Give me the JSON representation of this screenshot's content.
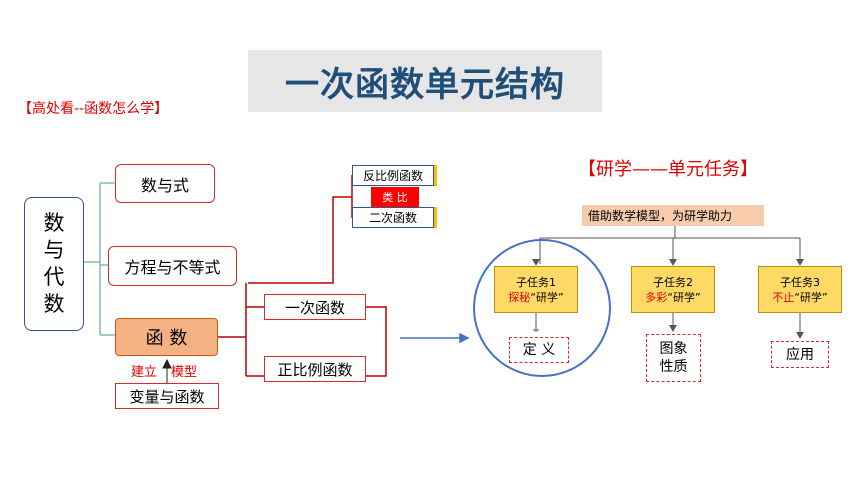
{
  "title": "一次函数单元结构",
  "top_label": "【高处看--函数怎么学】",
  "left_column": "数与代数",
  "left_column_chars": [
    "数",
    "与",
    "代",
    "数"
  ],
  "branches": [
    "数与式",
    "方程与不等式",
    "函 数"
  ],
  "build_model": {
    "left": "建立",
    "right": "模型"
  },
  "variable_box": "变量与函数",
  "function_children": [
    "一次函数",
    "正比例函数"
  ],
  "top_group": {
    "item1": "反比例函数",
    "analogy": "类 比",
    "item2": "二次函数"
  },
  "section_title": "【研学——单元任务】",
  "task_banner": "借助数学模型，为研学助力",
  "subtasks": [
    {
      "name": "子任务1",
      "tag": "探秘",
      "tail": "“研学”",
      "result_lines": [
        "定 义"
      ]
    },
    {
      "name": "子任务2",
      "tag": "多彩",
      "tail": "“研学”",
      "result_lines": [
        "图象",
        "性质"
      ]
    },
    {
      "name": "子任务3",
      "tag": "不止",
      "tail": "“研学”",
      "result_lines": [
        "应用"
      ]
    }
  ],
  "colors": {
    "title_text": "#1f4e79",
    "accent_red": "#e00000",
    "orange_fill": "#f4b183",
    "peach": "#f8cbad",
    "yellow": "#ffd966",
    "blue_line": "#2f5597"
  }
}
